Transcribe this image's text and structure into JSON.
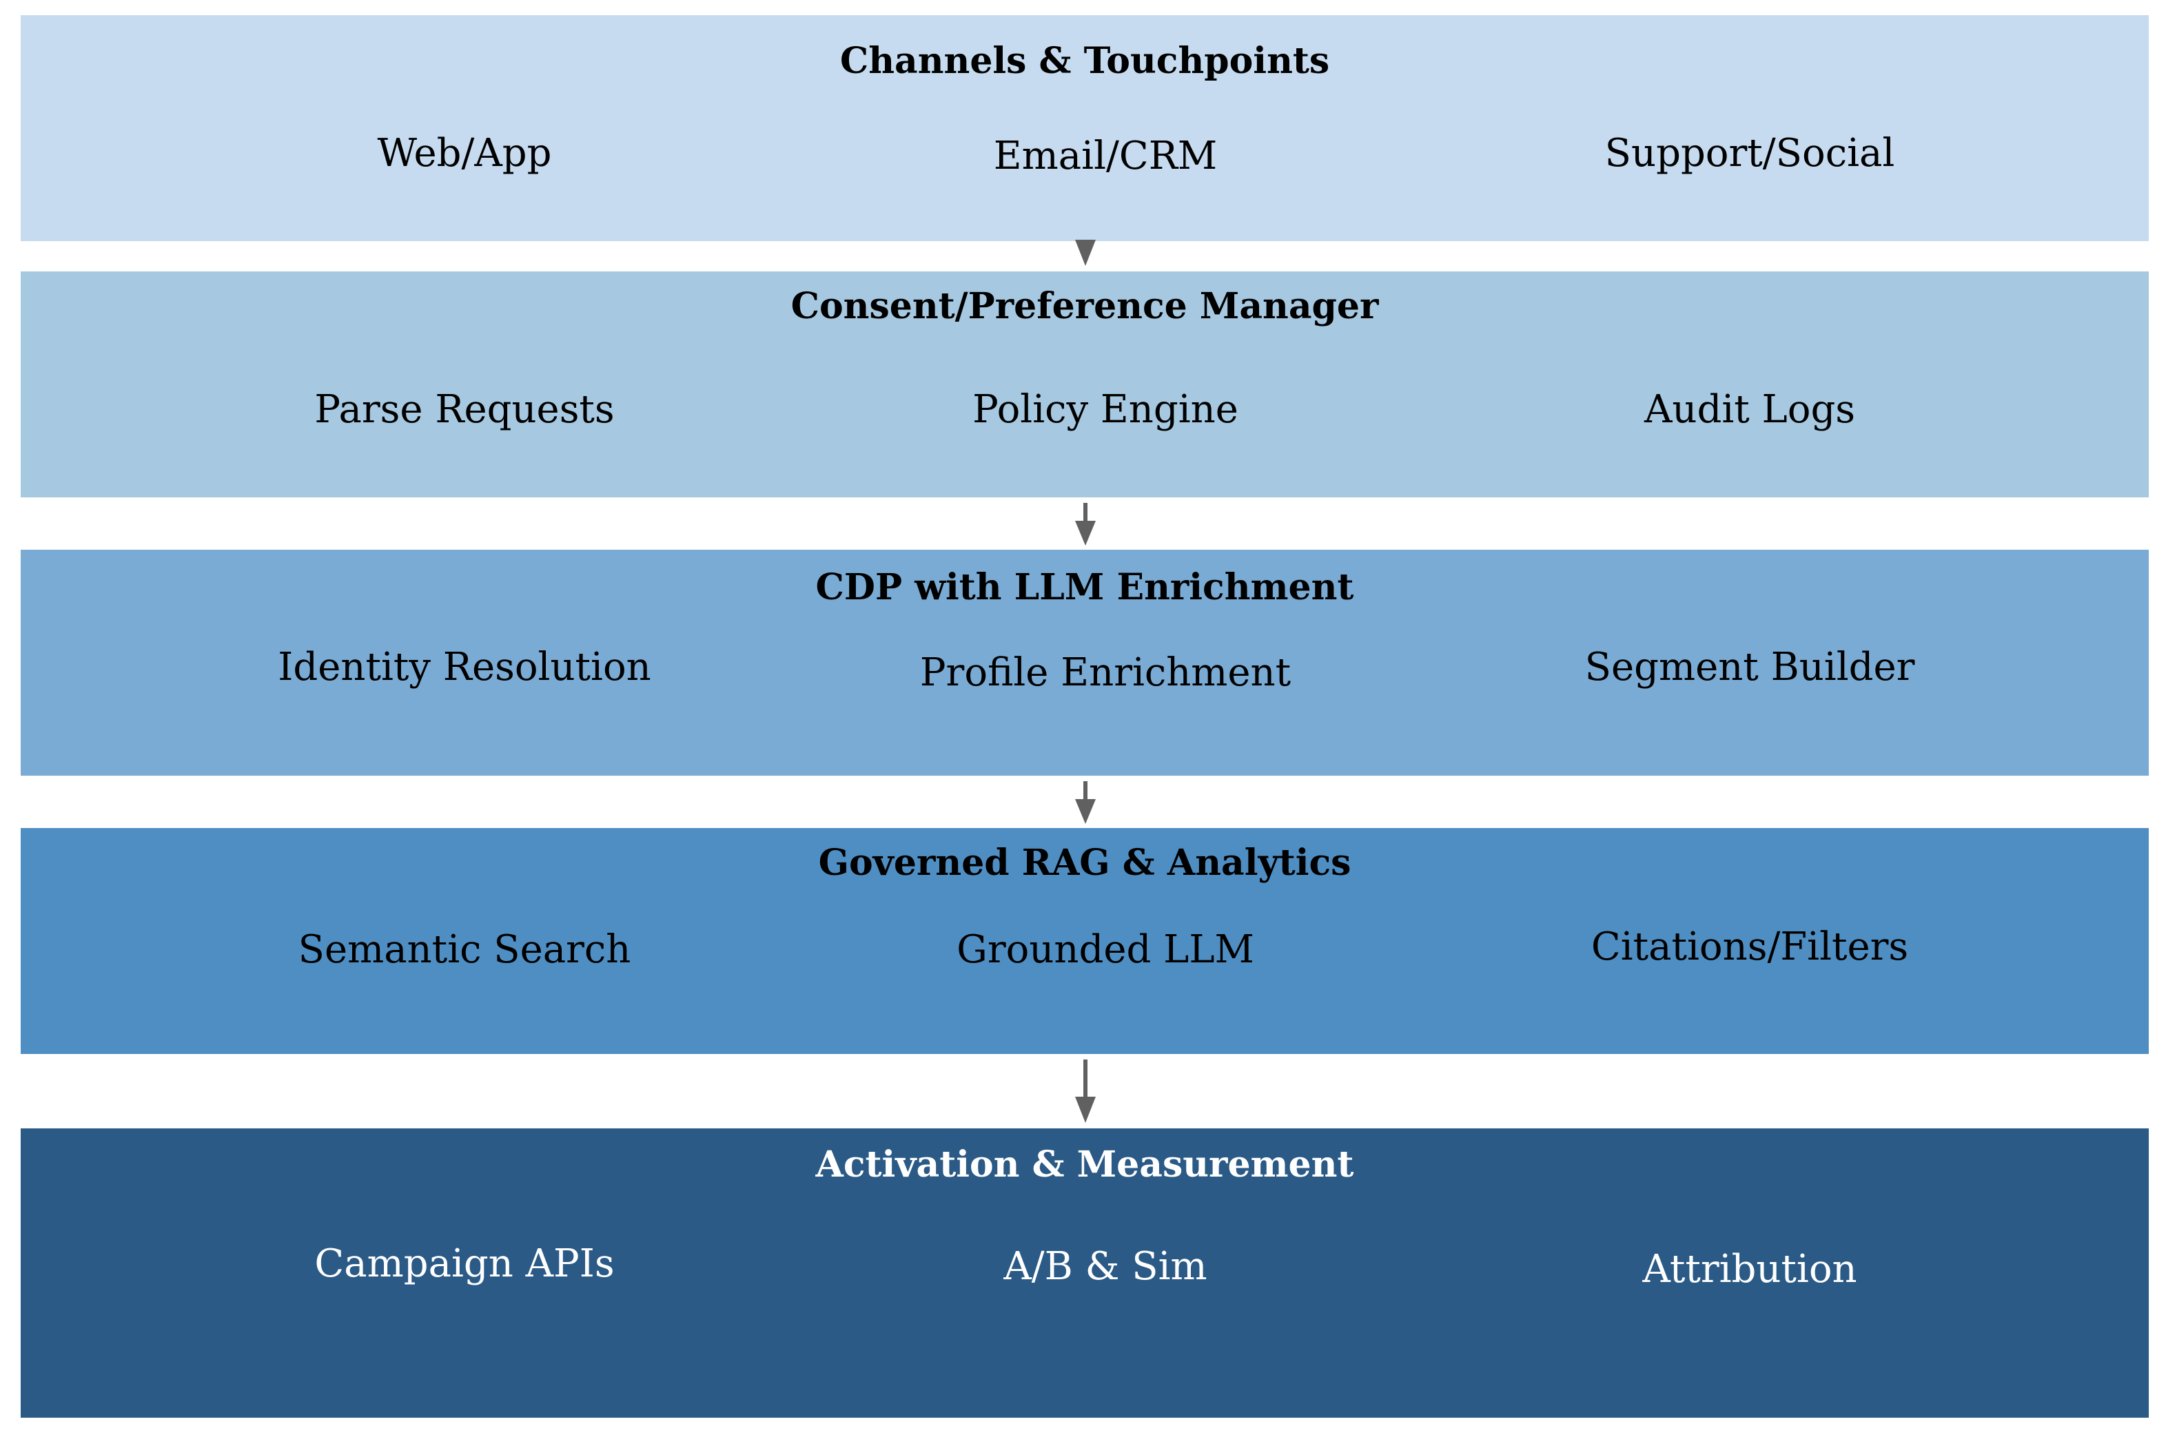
{
  "diagram": {
    "layers": [
      {
        "title": "Channels & Touchpoints",
        "items": [
          "Web/App",
          "Email/CRM",
          "Support/Social"
        ],
        "fill": "#c6dbef",
        "text_color": "#000000"
      },
      {
        "title": "Consent/Preference Manager",
        "items": [
          "Parse Requests",
          "Policy Engine",
          "Audit Logs"
        ],
        "fill": "#a6c8e0",
        "text_color": "#000000"
      },
      {
        "title": "CDP with LLM Enrichment",
        "items": [
          "Identity Resolution",
          "Profile Enrichment",
          "Segment Builder"
        ],
        "fill": "#7aabd4",
        "text_color": "#000000"
      },
      {
        "title": "Governed RAG & Analytics",
        "items": [
          "Semantic Search",
          "Grounded LLM",
          "Citations/Filters"
        ],
        "fill": "#4f8ec2",
        "text_color": "#000000"
      },
      {
        "title": "Activation & Measurement",
        "items": [
          "Campaign APIs",
          "A/B & Sim",
          "Attribution"
        ],
        "fill": "#2a5a85",
        "text_color": "#ffffff"
      }
    ],
    "arrow_color": "#606060"
  }
}
